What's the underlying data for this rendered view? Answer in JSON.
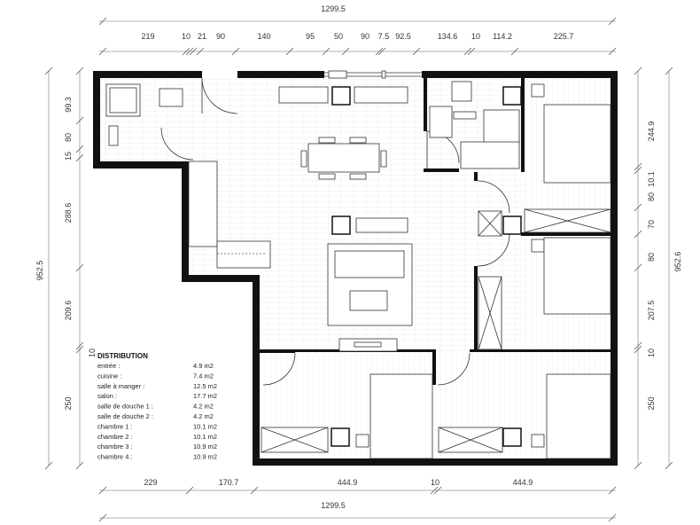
{
  "dimensions": {
    "top_total": "1299.5",
    "top": [
      "219",
      "10",
      "21",
      "90",
      "140",
      "95",
      "50",
      "90",
      "7.5",
      "92.5",
      "134.6",
      "10",
      "114.2",
      "225.7"
    ],
    "bottom_total": "1299.5",
    "bottom": [
      "229",
      "170.7",
      "444.9",
      "10",
      "444.9"
    ],
    "left_total": "952.5",
    "left": [
      "99.3",
      "80",
      "15",
      "288.6",
      "209.6",
      "10",
      "250"
    ],
    "right_total": "952.6",
    "right": [
      "244.9",
      "10.1",
      "80",
      "70",
      "80",
      "207.5",
      "10",
      "250"
    ]
  },
  "distribution": {
    "title": "DISTRIBUTION",
    "rows": [
      {
        "room": "entrée :",
        "area": "4.9 m2"
      },
      {
        "room": "cuisine :",
        "area": "7.4 m2"
      },
      {
        "room": "salle à manger :",
        "area": "12.5 m2"
      },
      {
        "room": "salon :",
        "area": "17.7 m2"
      },
      {
        "room": "salle de douche 1 :",
        "area": "4.2 m2"
      },
      {
        "room": "salle de douche 2 :",
        "area": "4.2 m2"
      },
      {
        "room": "chambre 1 :",
        "area": "10.1 m2"
      },
      {
        "room": "chambre 2 :",
        "area": "10.1 m2"
      },
      {
        "room": "chambre 3 :",
        "area": "10.9 m2"
      },
      {
        "room": "chambre 4.:",
        "area": "10.9 m2"
      }
    ]
  }
}
